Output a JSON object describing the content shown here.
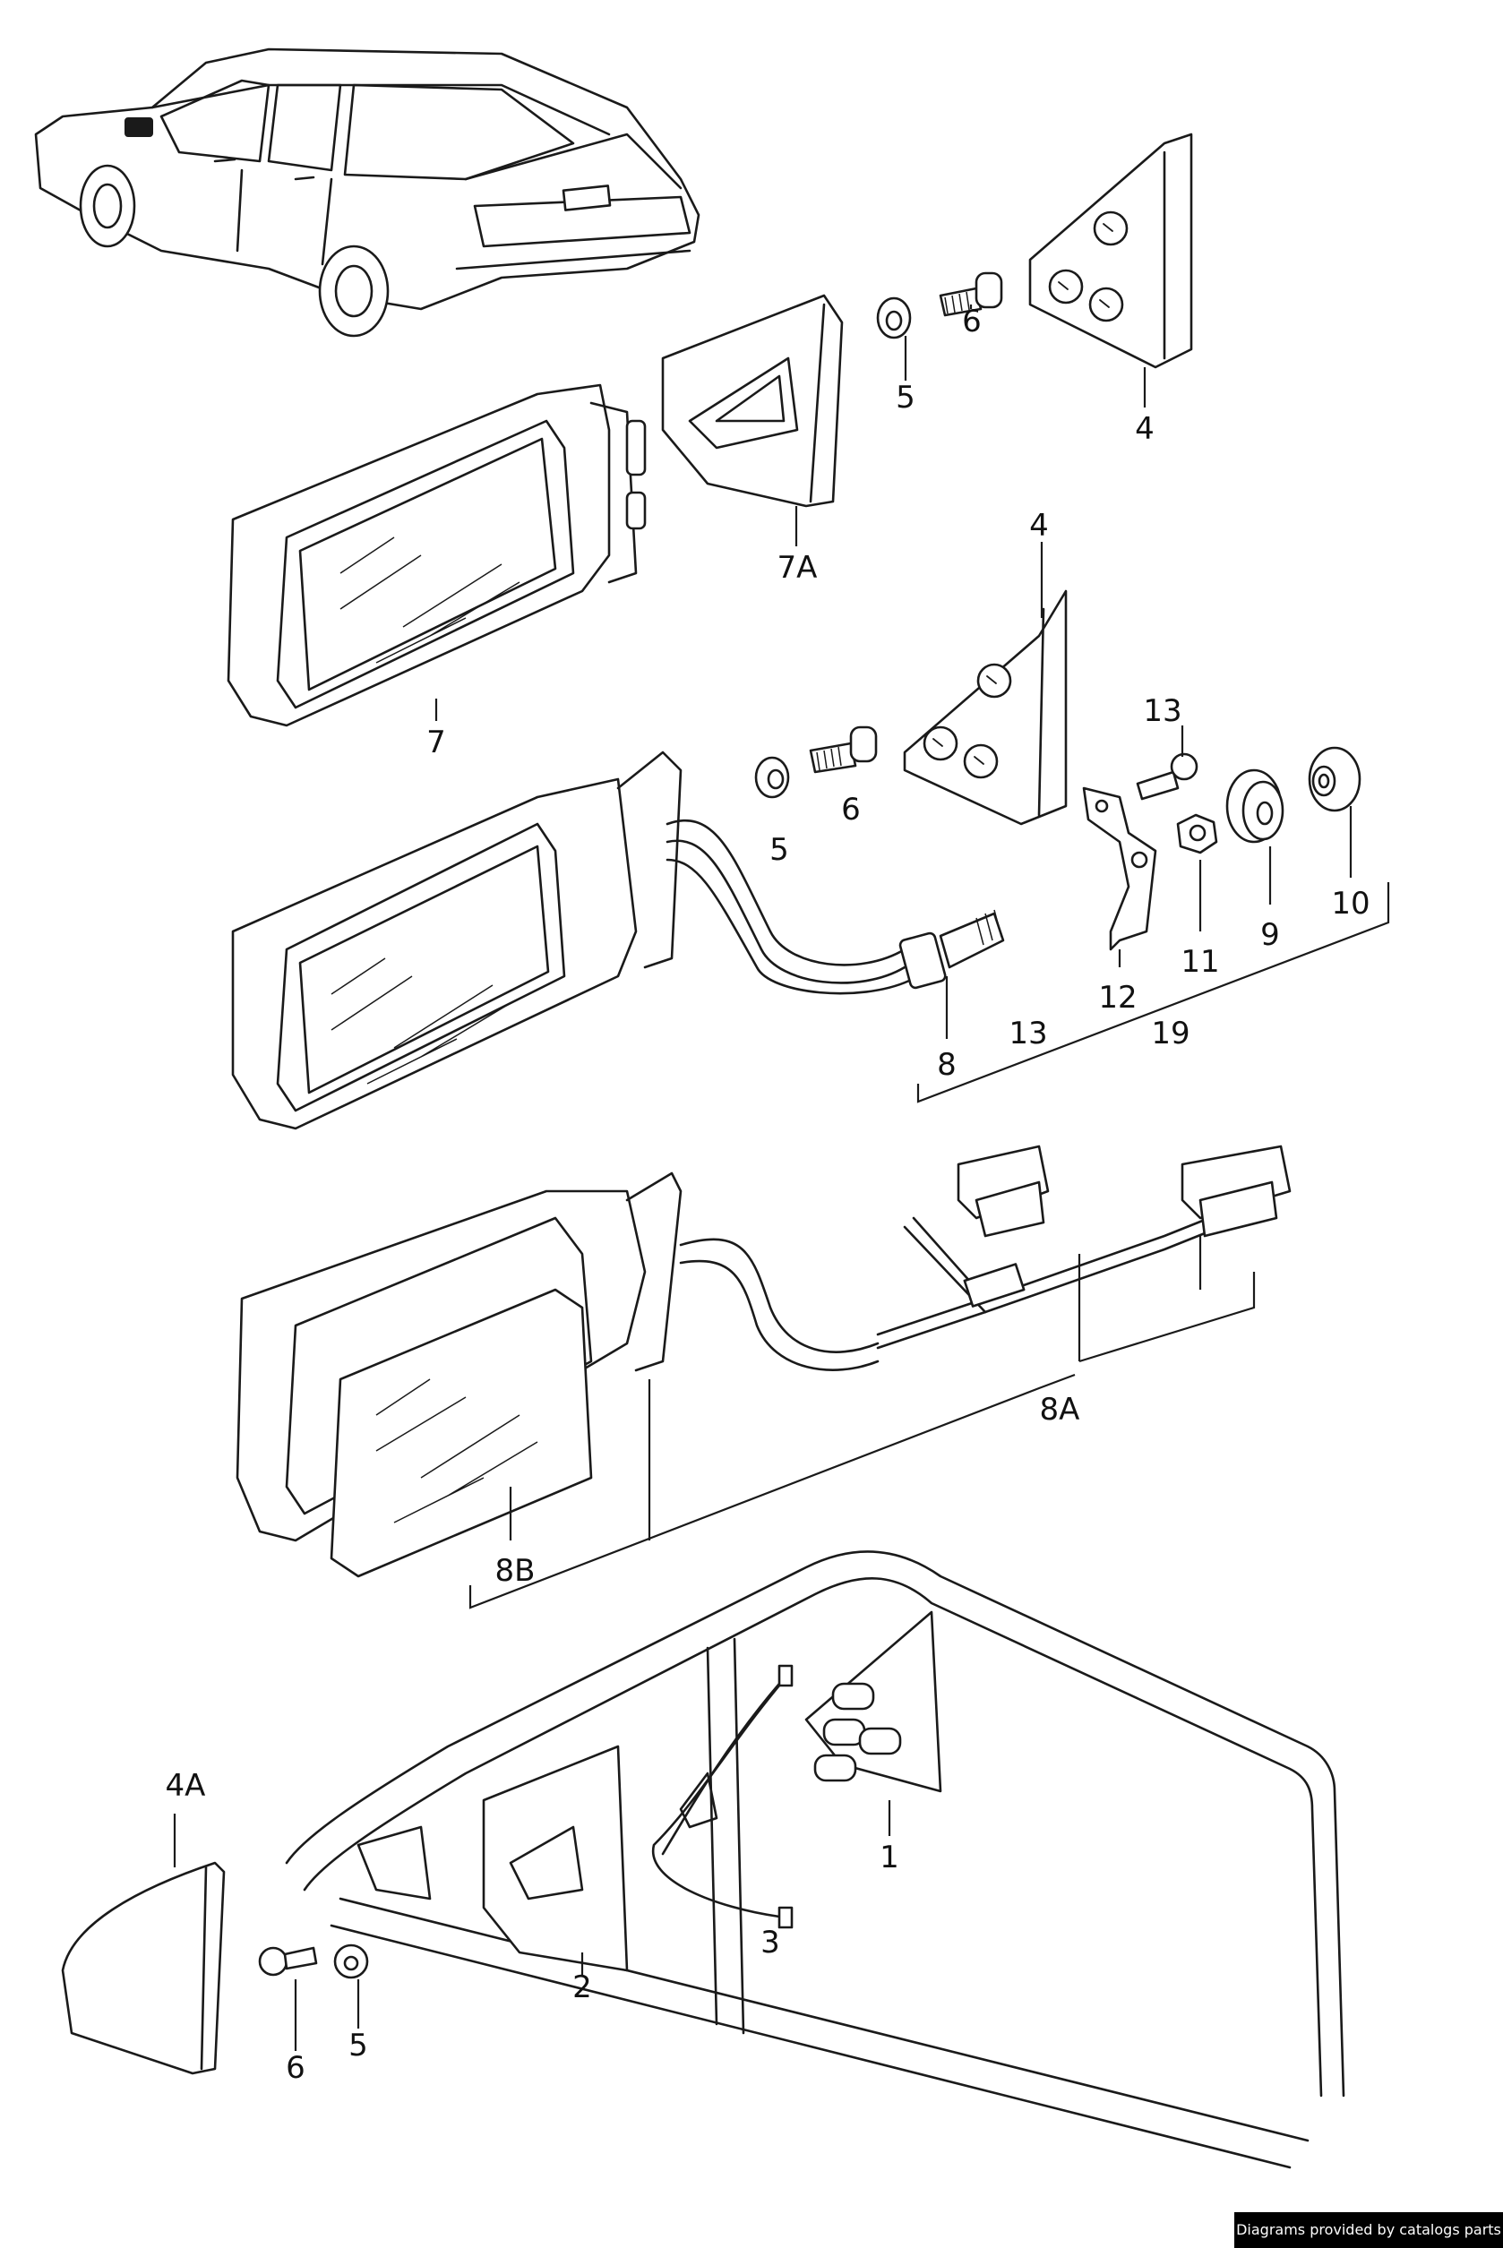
{
  "labels": {
    "l1": "1",
    "l2": "2",
    "l3": "3",
    "l4_top": "4",
    "l4_mid": "4",
    "l4a": "4A",
    "l5_top": "5",
    "l5_mid": "5",
    "l5_bot": "5",
    "l6_top": "6",
    "l6_mid": "6",
    "l6_bot": "6",
    "l7": "7",
    "l7a": "7A",
    "l8": "8",
    "l8a": "8A",
    "l8b": "8B",
    "l9": "9",
    "l10": "10",
    "l11": "11",
    "l12": "12",
    "l13_top": "13",
    "l13_mid": "13",
    "l19": "19"
  },
  "credit": "Diagrams provided by catalogs parts"
}
